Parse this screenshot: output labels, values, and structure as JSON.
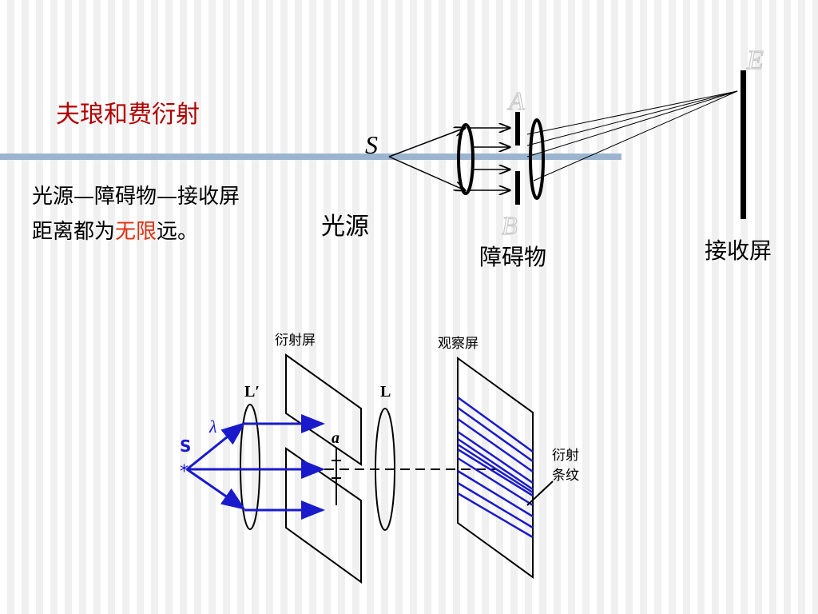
{
  "title": "夫琅和费衍射",
  "description": {
    "line1": "光源—障碍物—接收屏",
    "line2_pre": "距离都为",
    "line2_highlight": "无限",
    "line2_post": "远。"
  },
  "upper_diagram": {
    "label_S": "S",
    "label_A": "A",
    "label_B": "B",
    "label_E": "E",
    "source_label": "光源",
    "obstacle_label": "障碍物",
    "receiver_label": "接收屏"
  },
  "lower_diagram": {
    "diffraction_screen_label": "衍射屏",
    "observation_screen_label": "观察屏",
    "lens1_label": "L′",
    "lens2_label": "L",
    "wavelength_label": "λ",
    "source_label": "S",
    "source_star": "*",
    "slit_label": "a",
    "fringes_label_line1": "衍射",
    "fringes_label_line2": "条纹"
  },
  "colors": {
    "title": "#b00000",
    "highlight": "#e03010",
    "axis_bar": "#9bb5d0",
    "rays": "#1a1acc",
    "outline_letters": "#c8c8c8"
  }
}
